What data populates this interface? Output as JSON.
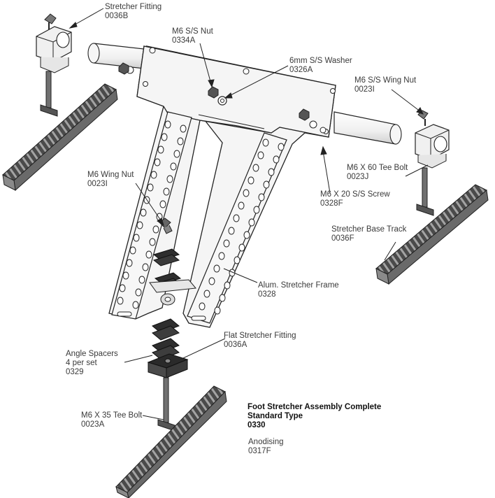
{
  "labels": {
    "stretcher_fitting": {
      "name": "Stretcher Fitting",
      "code": "0036B"
    },
    "m6_ss_nut": {
      "name": "M6 S/S Nut",
      "code": "0334A"
    },
    "washer_6mm": {
      "name": "6mm S/S Washer",
      "code": "0326A"
    },
    "m6_ss_wing_nut": {
      "name": "M6 S/S Wing Nut",
      "code": "0023I"
    },
    "m6_x60_tee_bolt": {
      "name": "M6 X 60 Tee Bolt",
      "code": "0023J"
    },
    "m6_x20_ss_screw": {
      "name": "M6 X 20 S/S Screw",
      "code": "0328F"
    },
    "m6_wing_nut": {
      "name": "M6 Wing Nut",
      "code": "0023I"
    },
    "stretcher_base_track": {
      "name": "Stretcher Base Track",
      "code": "0036F"
    },
    "alum_stretcher_frame": {
      "name": "Alum. Stretcher Frame",
      "code": "0328"
    },
    "flat_stretcher_fitting": {
      "name": "Flat Stretcher Fitting",
      "code": "0036A"
    },
    "angle_spacers": {
      "name": "Angle Spacers",
      "note": "4 per set",
      "code": "0329"
    },
    "m6_x35_tee_bolt": {
      "name": "M6 X 35 Tee Bolt",
      "code": "0023A"
    },
    "anodising": {
      "name": "Anodising",
      "code": "0317F"
    }
  },
  "title": {
    "line1": "Foot Stretcher Assembly Complete",
    "line2": "Standard Type",
    "code": "0330"
  },
  "colors": {
    "line": "#222222",
    "part_fill": "#eeeeee",
    "track_fill": "#5a5a5a",
    "track_teeth": "#9a9a9a",
    "bolt_fill": "#6e6e6e",
    "spacer_fill": "#333333"
  }
}
